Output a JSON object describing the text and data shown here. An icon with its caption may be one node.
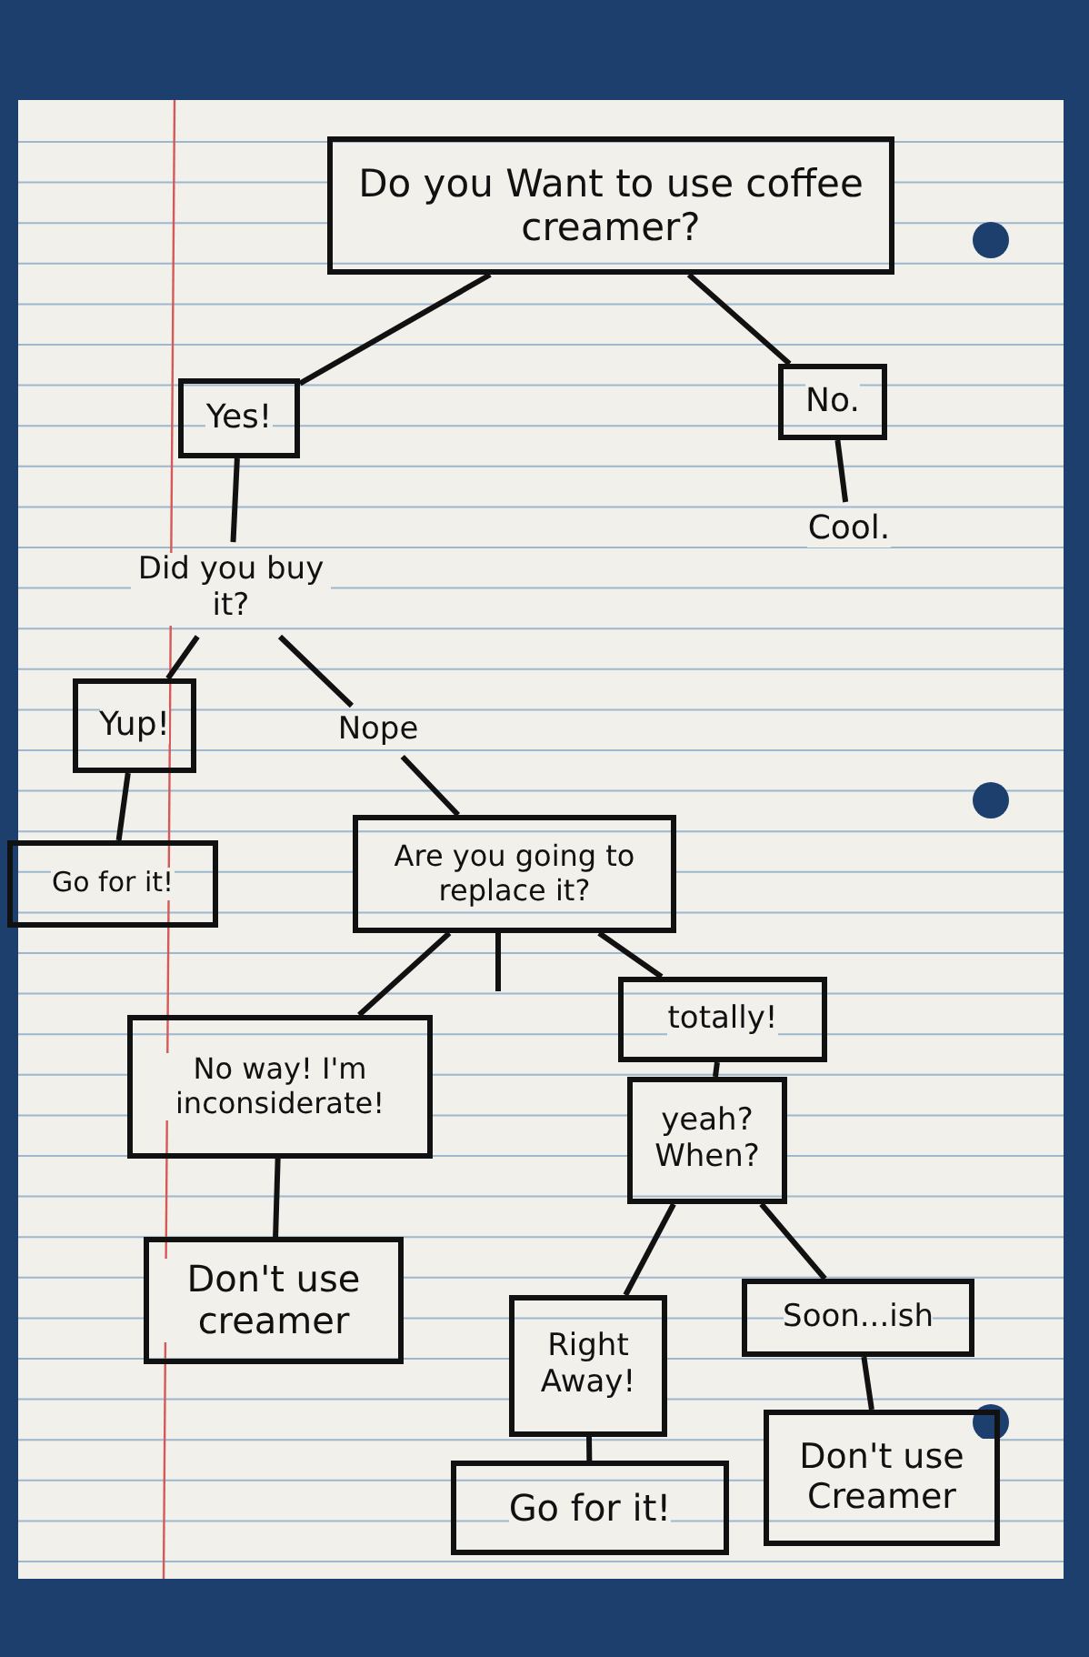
{
  "diagram": {
    "nodes": [
      {
        "text": [
          "Do you Want to use coffee creamer?"
        ]
      },
      {
        "text": [
          "Yes!"
        ]
      },
      {
        "text": [
          "No."
        ]
      },
      {
        "text": [
          "Cool."
        ]
      },
      {
        "text": [
          "Did you buy it?"
        ]
      },
      {
        "text": [
          "Yup!"
        ]
      },
      {
        "text": [
          "Nope"
        ]
      },
      {
        "text": [
          "Go for it!"
        ]
      },
      {
        "text": [
          "Are you going to replace it?"
        ]
      },
      {
        "text": [
          "No way! I'm inconsiderate!"
        ]
      },
      {
        "text": [
          "totally!"
        ]
      },
      {
        "text": [
          "yeah? When?"
        ]
      },
      {
        "text": [
          "Don't use creamer"
        ]
      },
      {
        "text": [
          "Right Away!"
        ]
      },
      {
        "text": [
          "Soon...ish"
        ]
      },
      {
        "text": [
          "Go for it!"
        ]
      },
      {
        "text": [
          "Don't use Creamer"
        ]
      }
    ],
    "edges": [
      {
        "from": 0,
        "to": 1,
        "arrow": "none"
      },
      {
        "from": 0,
        "to": 2,
        "arrow": "none"
      },
      {
        "from": 2,
        "to": 3,
        "arrow": "none"
      },
      {
        "from": 1,
        "to": 4,
        "arrow": "none"
      },
      {
        "from": 4,
        "to": 5,
        "arrow": "none"
      },
      {
        "from": 4,
        "to": 6,
        "arrow": "none"
      },
      {
        "from": 5,
        "to": 7,
        "arrow": "none"
      },
      {
        "from": 6,
        "to": 8,
        "arrow": "none"
      },
      {
        "from": 8,
        "to": 9,
        "arrow": "none"
      },
      {
        "from": 8,
        "to": null,
        "arrow": "none"
      },
      {
        "from": 8,
        "to": 10,
        "arrow": "none"
      },
      {
        "from": 10,
        "to": 11,
        "arrow": "none"
      },
      {
        "from": 9,
        "to": 12,
        "arrow": "none"
      },
      {
        "from": 11,
        "to": 13,
        "arrow": "none"
      },
      {
        "from": 11,
        "to": 14,
        "arrow": "none"
      },
      {
        "from": 13,
        "to": 15,
        "arrow": "none"
      },
      {
        "from": 14,
        "to": 16,
        "arrow": "none"
      }
    ]
  }
}
